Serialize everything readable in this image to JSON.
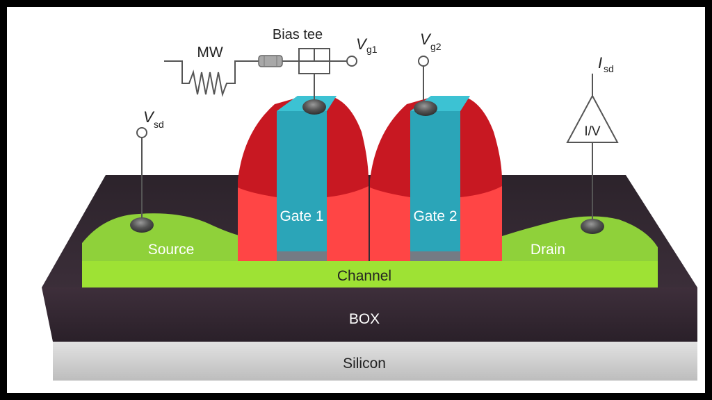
{
  "diagram": {
    "components": {
      "microwave": "MW",
      "bias_tee": "Bias tee",
      "iv_converter": "I/V"
    },
    "terminals": {
      "vg1": {
        "main": "V",
        "sub": "g1"
      },
      "vg2": {
        "main": "V",
        "sub": "g2"
      },
      "vsd": {
        "main": "V",
        "sub": "sd"
      },
      "isd": {
        "main": "I",
        "sub": "sd"
      }
    },
    "regions": {
      "source": "Source",
      "drain": "Drain",
      "gate1": "Gate 1",
      "gate2": "Gate 2",
      "channel": "Channel",
      "box": "BOX",
      "silicon": "Silicon"
    },
    "colors": {
      "frame": "#000000",
      "background": "#ffffff",
      "source_drain": "#8fd13a",
      "channel": "#9ee234",
      "gate_red": "#e8242c",
      "gate_cyan": "#2ba5b8",
      "box_layer": "#3a2c38",
      "silicon_layer": "#d2d2d2",
      "contact": "#444444"
    }
  }
}
